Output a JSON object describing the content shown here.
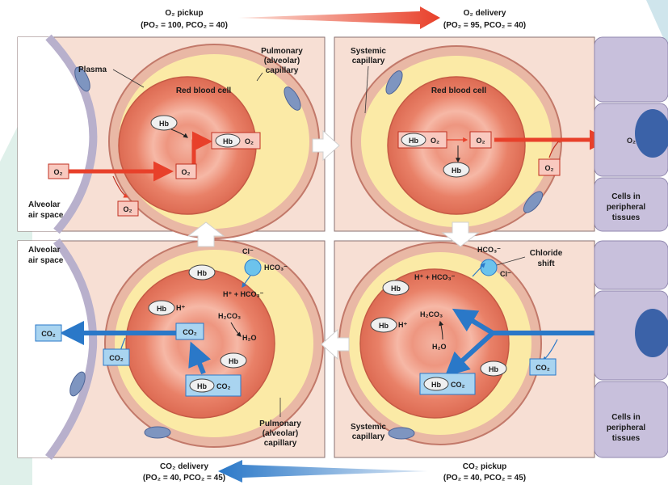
{
  "header": {
    "o2_pickup": "O₂ pickup",
    "o2_pickup_pressures": "(PO₂ = 100, PCO₂ = 40)",
    "o2_delivery": "O₂ delivery",
    "o2_delivery_pressures": "(PO₂ = 95, PCO₂ = 40)"
  },
  "footer": {
    "co2_delivery": "CO₂ delivery",
    "co2_delivery_pressures": "(PO₂ = 40, PCO₂ = 45)",
    "co2_pickup": "CO₂ pickup",
    "co2_pickup_pressures": "(PO₂ = 40, PCO₂ = 45)"
  },
  "labels": {
    "plasma": "Plasma",
    "pulmonary_1": "Pulmonary",
    "pulmonary_2": "(alveolar)",
    "pulmonary_3": "capillary",
    "systemic_1": "Systemic",
    "systemic_2": "capillary",
    "red_blood_cell": "Red blood cell",
    "alveolar_1": "Alveolar",
    "alveolar_2": "air space",
    "cells_1": "Cells in",
    "cells_2": "peripheral",
    "cells_3": "tissues",
    "chloride_1": "Chloride",
    "chloride_2": "shift"
  },
  "molecules": {
    "hb": "Hb",
    "o2": "O₂",
    "co2": "CO₂",
    "hplus": "H⁺",
    "hco3": "HCO₃⁻",
    "h_plus_hco3": "H⁺ + HCO₃⁻",
    "h2co3": "H₂CO₃",
    "h2o": "H₂O",
    "cl": "Cl⁻"
  },
  "colors": {
    "o2_arrow": "#e8402a",
    "co2_arrow": "#2a78c8",
    "rbc": "#ef8f78",
    "plasma": "#fbeaa6",
    "capillary_wall": "#e8b0a0",
    "tissue_cells": "#c8c0dc",
    "nucleus": "#3b62a8",
    "panel_bg": "#f7dfd4"
  }
}
